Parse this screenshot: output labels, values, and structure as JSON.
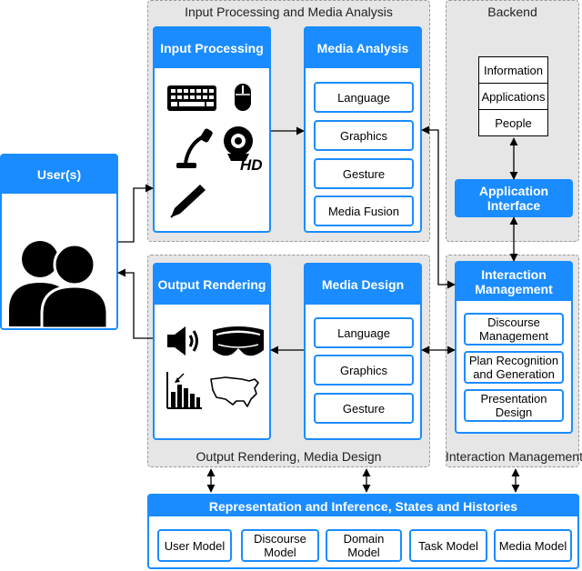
{
  "groups": {
    "input_media": "Input Processing and Media Analysis",
    "backend": "Backend",
    "output_design": "Output Rendering, Media Design",
    "interaction": "Interaction Management"
  },
  "users": {
    "title": "User(s)"
  },
  "input_processing": {
    "title": "Input Processing"
  },
  "media_analysis": {
    "title": "Media Analysis",
    "items": [
      "Language",
      "Graphics",
      "Gesture",
      "Media Fusion"
    ]
  },
  "backend": {
    "items": [
      "Information",
      "Applications",
      "People"
    ]
  },
  "application_interface": {
    "title": "Application Interface"
  },
  "output_rendering": {
    "title": "Output Rendering"
  },
  "media_design": {
    "title": "Media Design",
    "items": [
      "Language",
      "Graphics",
      "Gesture"
    ]
  },
  "interaction_management": {
    "title": "Interaction Management",
    "items": [
      "Discourse Management",
      "Plan Recognition and Generation",
      "Presentation Design"
    ]
  },
  "representation": {
    "title": "Representation and Inference, States and Histories",
    "items": [
      "User Model",
      "Discourse Model",
      "Domain Model",
      "Task Model",
      "Media Model"
    ]
  },
  "icons": {
    "input": [
      "keyboard-icon",
      "mouse-icon",
      "microphone-icon",
      "webcam-hd-icon",
      "pen-icon"
    ],
    "output": [
      "speaker-icon",
      "vr-headset-icon",
      "bar-chart-icon",
      "map-icon"
    ],
    "users": "users-icon"
  },
  "colors": {
    "accent": "#1a8cff",
    "group_bg": "#e6e6e6"
  }
}
